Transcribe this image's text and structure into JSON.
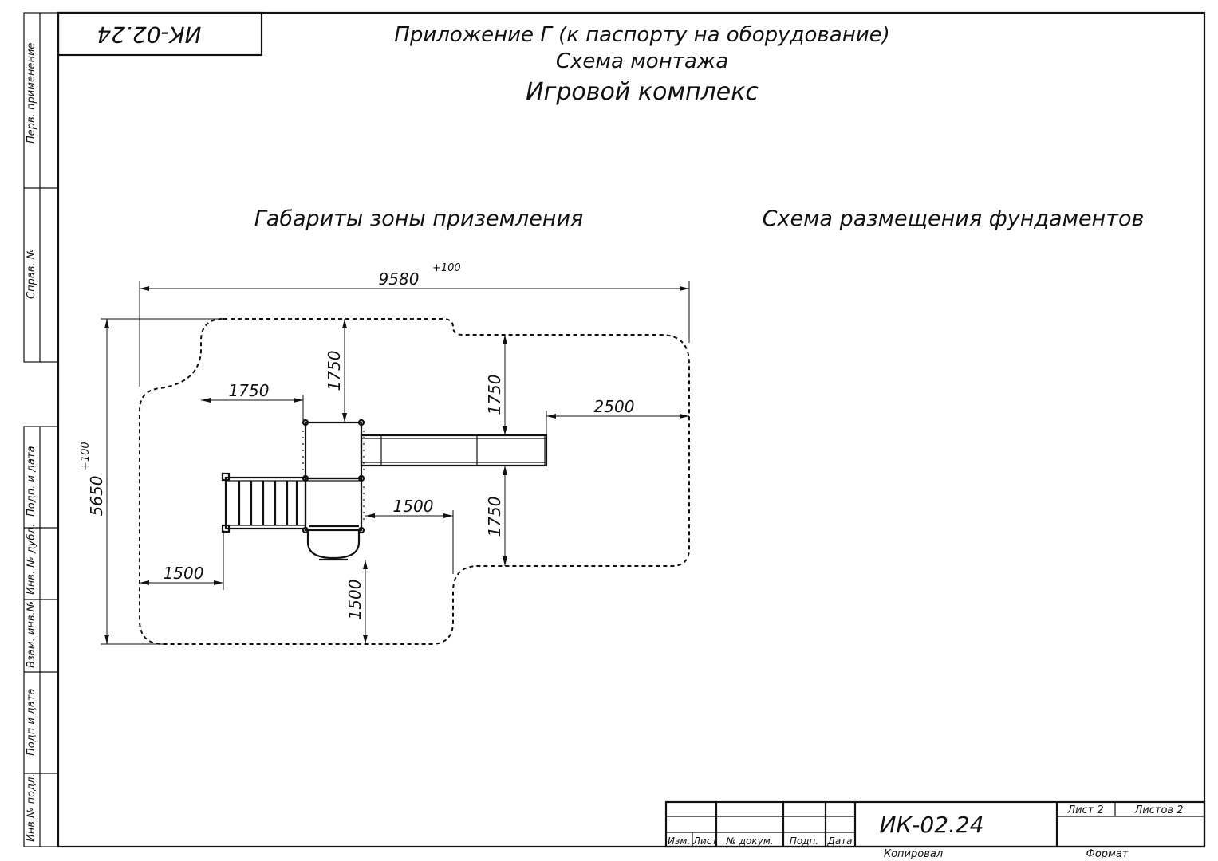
{
  "stamp_code": "ИК-02.24",
  "title": {
    "line1": "Приложение Г (к паспорту на оборудование)",
    "line2": "Схема монтажа",
    "line3": "Игровой комплекс"
  },
  "sections": {
    "left": "Габариты зоны приземления",
    "right": "Схема размещения фундаментов"
  },
  "dimensions": {
    "total_width": "9580",
    "total_width_tol": "+100",
    "total_height": "5650",
    "total_height_tol": "+100",
    "left_top_offset": "1750",
    "top_vertical": "1750",
    "right_top_vertical": "1750",
    "right_offset": "2500",
    "right_bottom_vertical": "1750",
    "middle_offset": "1500",
    "left_bottom_offset": "1500",
    "bottom_vertical": "1500"
  },
  "side_strip": {
    "perv_primenenie": "Перв. применение",
    "sprav_no": "Справ. №",
    "podp_data_1": "Подп. и дата",
    "inv_dubl": "Инв. № дубл.",
    "vzam_inv": "Взам. инв.№",
    "podp_data_2": "Подп и дата",
    "inv_podl": "Инв.№ подл."
  },
  "title_block": {
    "col_izm": "Изм.",
    "col_list": "Лист",
    "col_doc": "№ докум.",
    "col_podp": "Подп.",
    "col_data": "Дата",
    "designation": "ИК-02.24",
    "sheet_label": "Лист 2",
    "sheets_label": "Листов 2",
    "copied": "Копировал",
    "format": "Формат"
  }
}
